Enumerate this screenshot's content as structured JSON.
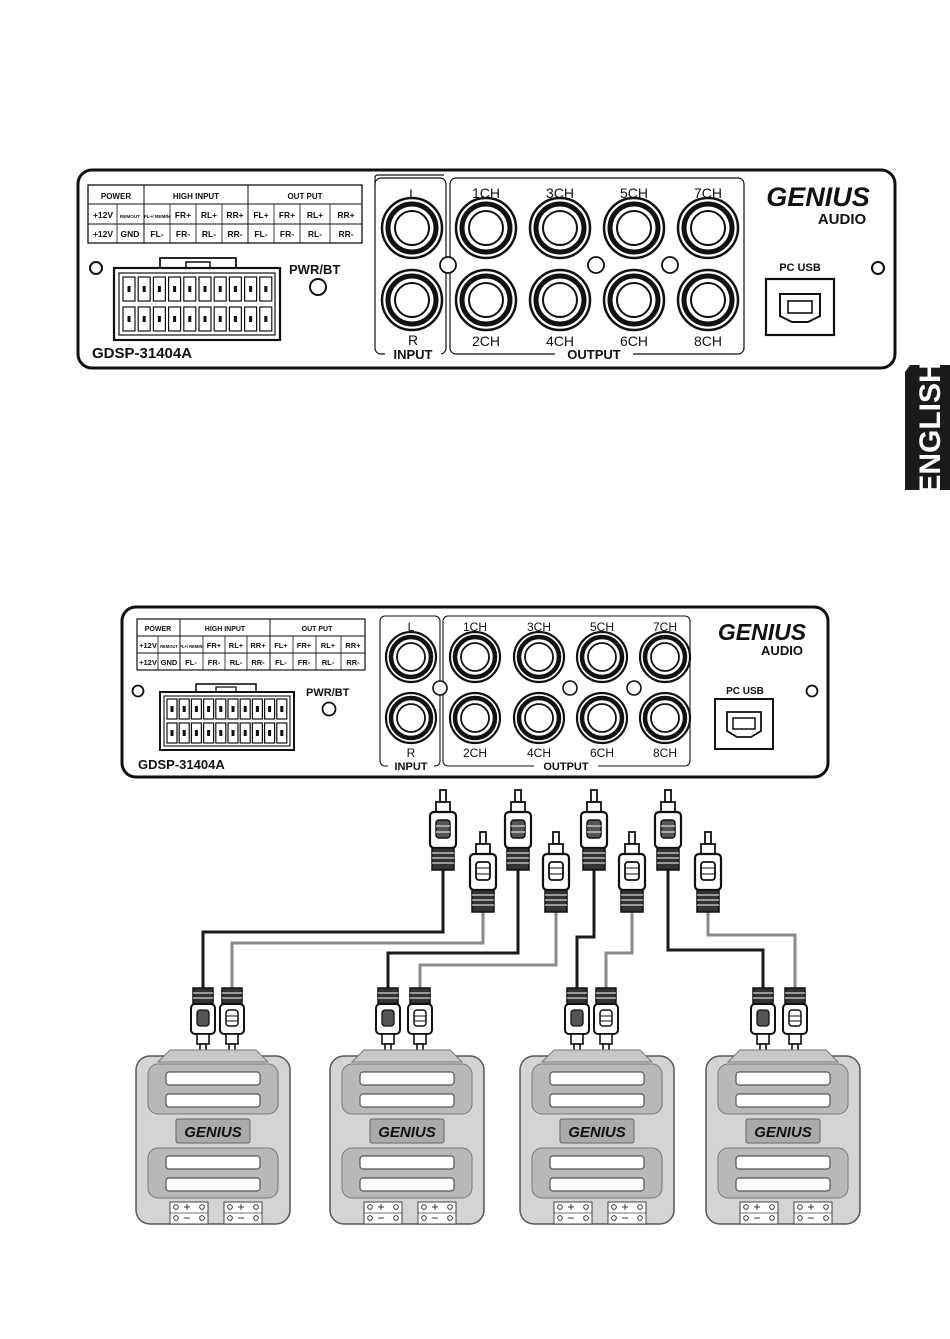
{
  "side_tab": {
    "label": "ENGLISH"
  },
  "panel": {
    "model": "GDSP-31404A",
    "brand_line1": "GENIUS",
    "brand_line2": "AUDIO",
    "pwr_label": "PWR/BT",
    "usb_label": "PC USB",
    "input_label": "INPUT",
    "output_label": "OUTPUT",
    "input_channels": [
      "L",
      "R"
    ],
    "output_top": [
      "1CH",
      "3CH",
      "5CH",
      "7CH"
    ],
    "output_bottom": [
      "2CH",
      "4CH",
      "6CH",
      "8CH"
    ],
    "table": {
      "group_power": "POWER",
      "group_high": "HIGH INPUT",
      "group_out": "OUT PUT",
      "row1": [
        "+12V",
        "REMOUT",
        "FL+/ REMIN",
        "FR+",
        "RL+",
        "RR+",
        "FL+",
        "FR+",
        "RL+",
        "RR+"
      ],
      "row2": [
        "+12V",
        "GND",
        "FL-",
        "FR-",
        "RL-",
        "RR-",
        "FL-",
        "FR-",
        "RL-",
        "RR-"
      ]
    }
  },
  "amplifiers": [
    {
      "brand": "GENIUS"
    },
    {
      "brand": "GENIUS"
    },
    {
      "brand": "GENIUS"
    },
    {
      "brand": "GENIUS"
    }
  ],
  "colors": {
    "ink": "#111111",
    "cable_dark": "#222222",
    "cable_light": "#8a8a8a",
    "amp_body": "#d4d4d4",
    "tab_bg": "#1a1a1a"
  }
}
